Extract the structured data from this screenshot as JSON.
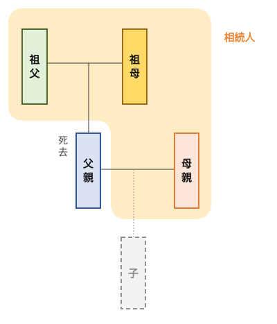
{
  "region_label": "相続人",
  "nodes": {
    "grandfather": {
      "label": "祖父"
    },
    "grandmother": {
      "label": "祖母"
    },
    "father": {
      "label": "父親",
      "note": "死去"
    },
    "mother": {
      "label": "母親"
    },
    "child": {
      "label": "子"
    }
  },
  "colors": {
    "heir_region": "#fdecc4",
    "region_label": "#e8873a",
    "grandfather_fill": "#e2efd9",
    "grandfather_border": "#4e6b2c",
    "grandmother_fill": "#fdd966",
    "grandmother_border": "#9a6a1f",
    "father_fill": "#dae3f3",
    "father_border": "#2f5597",
    "mother_fill": "#fbe5d6",
    "mother_border": "#e0793a",
    "child_fill": "#f2f2f2",
    "child_border": "#8f8f8f"
  }
}
